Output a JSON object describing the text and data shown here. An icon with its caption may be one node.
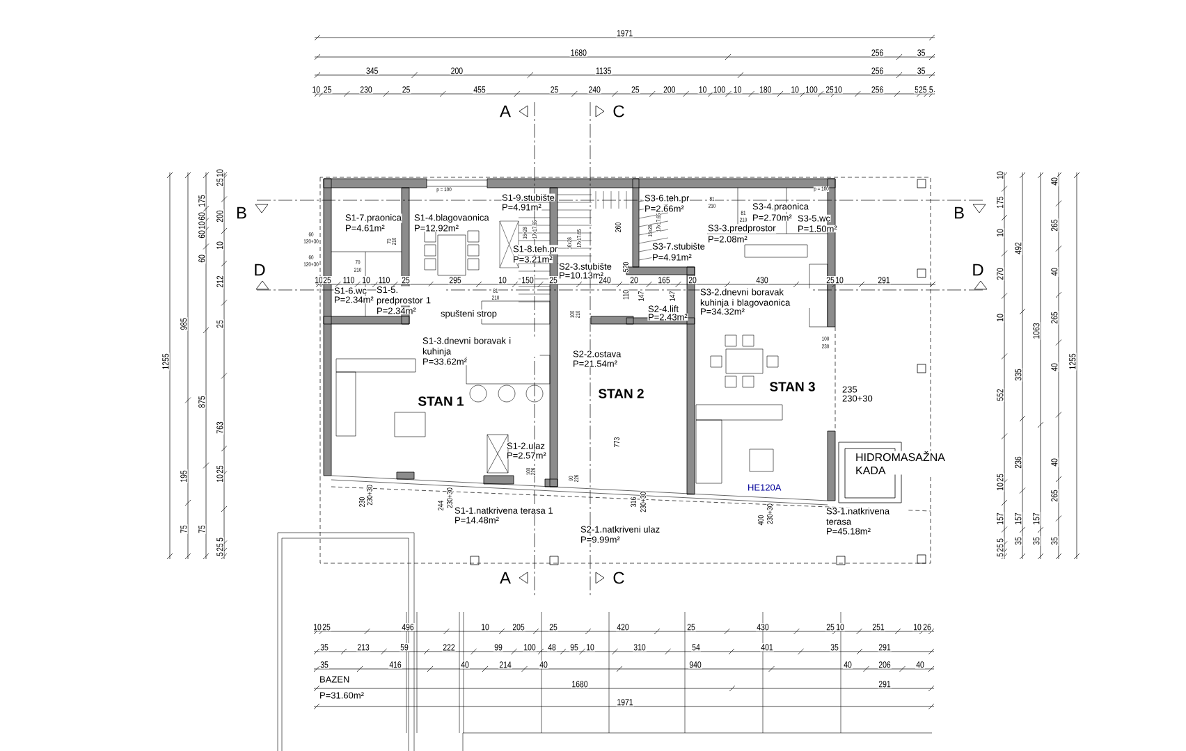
{
  "diagram": {
    "labels": [
      "1971",
      "1680",
      "256",
      "35",
      "345",
      "200",
      "1135",
      "256",
      "35",
      "10",
      "25",
      "230",
      "25",
      "455",
      "25",
      "240",
      "25",
      "200",
      "10",
      "100",
      "10",
      "180",
      "10",
      "100",
      "25",
      "10",
      "256",
      "5",
      "25",
      "5",
      "A",
      "C",
      "B",
      "B",
      "D",
      "D",
      "1255",
      "985",
      "195",
      "75",
      "175",
      "60",
      "10",
      "60",
      "60",
      "875",
      "75",
      "25",
      "10",
      "200",
      "10",
      "212",
      "25",
      "763",
      "10",
      "25",
      "5",
      "25",
      "5",
      "10",
      "175",
      "10",
      "270",
      "10",
      "552",
      "10",
      "25",
      "157",
      "5",
      "25",
      "5",
      "492",
      "335",
      "236",
      "157",
      "35",
      "1063",
      "157",
      "35",
      "40",
      "265",
      "40",
      "265",
      "40",
      "40",
      "265",
      "35",
      "1255",
      "p = 100",
      "60",
      "120+30",
      "60",
      "120+30",
      "S1-7.praonica",
      "P=4.61m²",
      "S1-4.blagovaonica",
      "P=12.92m²",
      "S1-9.stubište",
      "P=4.91m²",
      "S3-6.teh.pr",
      "P=2.66m²",
      "S3-4.praonica",
      "P=2.70m²",
      "S3-5.wc",
      "S3-3.predprostor",
      "P=1.50m²",
      "P=2.08m²",
      "S1-8.teh.pr",
      "P=3.21m²",
      "S3-7.stubište",
      "P=4.91m²",
      "S2-3.stubište",
      "P=10.13m²",
      "S1-6.wc",
      "P=2.34m²",
      "S1-5. predprostor 1",
      "P=2.34m²",
      "spušteni strop",
      "S3-2.dnevni boravak kuhinja i blagovaonica",
      "S2-4.lift",
      "P=34.32m²",
      "P=2.43m²",
      "S1-3.dnevni boravak i kuhinja",
      "P=33.62m²",
      "S2-2.ostava",
      "P=21.54m²",
      "STAN 1",
      "STAN 2",
      "STAN 3",
      "235",
      "230+30",
      "S1-2.ulaz",
      "P=2.57m²",
      "HIDROMASAŽNA KADA",
      "HE120A",
      "S3-1.natkrivena terasa",
      "P=45.18m²",
      "S1-1.natkrivena terasa 1",
      "P=14.48m²",
      "S2-1.natkriveni ulaz",
      "P=9.99m²",
      "10",
      "25",
      "110",
      "10",
      "110",
      "25",
      "295",
      "10",
      "150",
      "25",
      "240",
      "20",
      "165",
      "20",
      "430",
      "25",
      "10",
      "291",
      "260",
      "520",
      "110",
      "773",
      "147",
      "147",
      "16x28",
      "17x17.65",
      "16x28",
      "17x17.65",
      "16x28",
      "17x17.65",
      "70",
      "210",
      "70",
      "210",
      "81",
      "210",
      "100",
      "210",
      "100",
      "226",
      "90",
      "226",
      "81",
      "210",
      "81",
      "210",
      "100",
      "230",
      "p = 100",
      "230",
      "230+30",
      "244",
      "230+30",
      "316",
      "230+30",
      "400",
      "230+30",
      "A",
      "C",
      "10",
      "25",
      "496",
      "10",
      "205",
      "25",
      "420",
      "25",
      "430",
      "25",
      "10",
      "251",
      "10",
      "26",
      "35",
      "213",
      "59",
      "222",
      "99",
      "100",
      "48",
      "95",
      "10",
      "310",
      "54",
      "401",
      "35",
      "291",
      "35",
      "416",
      "40",
      "214",
      "40",
      "940",
      "40",
      "206",
      "40",
      "BAZEN",
      "1680",
      "291",
      "P=31.60m²",
      "1971"
    ]
  }
}
